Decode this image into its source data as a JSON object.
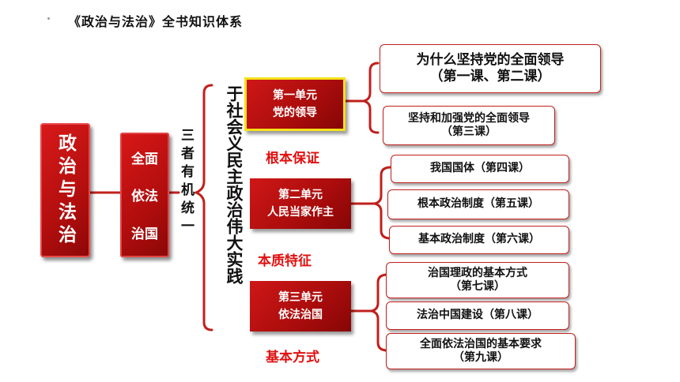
{
  "header": {
    "title": "《政治与法治》全书知识体系"
  },
  "root": {
    "label": "政治与法治"
  },
  "middle": {
    "lines": [
      "全面",
      "依法",
      "治国"
    ]
  },
  "unity_label": "三者有机统一",
  "main_practice": "于社会义民主政治伟大实践",
  "units": [
    {
      "title": "第一单元",
      "subtitle": "党的领导",
      "tag": "根本保证",
      "lessons": [
        {
          "lines": [
            "为什么坚持党的全面领导",
            "（第一课、第二课）"
          ]
        },
        {
          "lines": [
            "坚持和加强党的全面领导",
            "（第三课）"
          ]
        }
      ]
    },
    {
      "title": "第二单元",
      "subtitle": "人民当家作主",
      "tag": "本质特征",
      "lessons": [
        {
          "lines": [
            "我国国体（第四课）"
          ]
        },
        {
          "lines": [
            "根本政治制度（第五课）"
          ]
        },
        {
          "lines": [
            "基本政治制度（第六课）"
          ]
        }
      ]
    },
    {
      "title": "第三单元",
      "subtitle": "依法治国",
      "tag": "基本方式",
      "lessons": [
        {
          "lines": [
            "治国理政的基本方式",
            "（第七课）"
          ]
        },
        {
          "lines": [
            "法治中国建设（第八课）"
          ]
        },
        {
          "lines": [
            "全面依法治国的基本要求",
            "（第九课）"
          ]
        }
      ]
    }
  ],
  "colors": {
    "accent_red": "#c0201c",
    "highlight_yellow": "#f5e11a",
    "tag_red": "#e01010"
  }
}
